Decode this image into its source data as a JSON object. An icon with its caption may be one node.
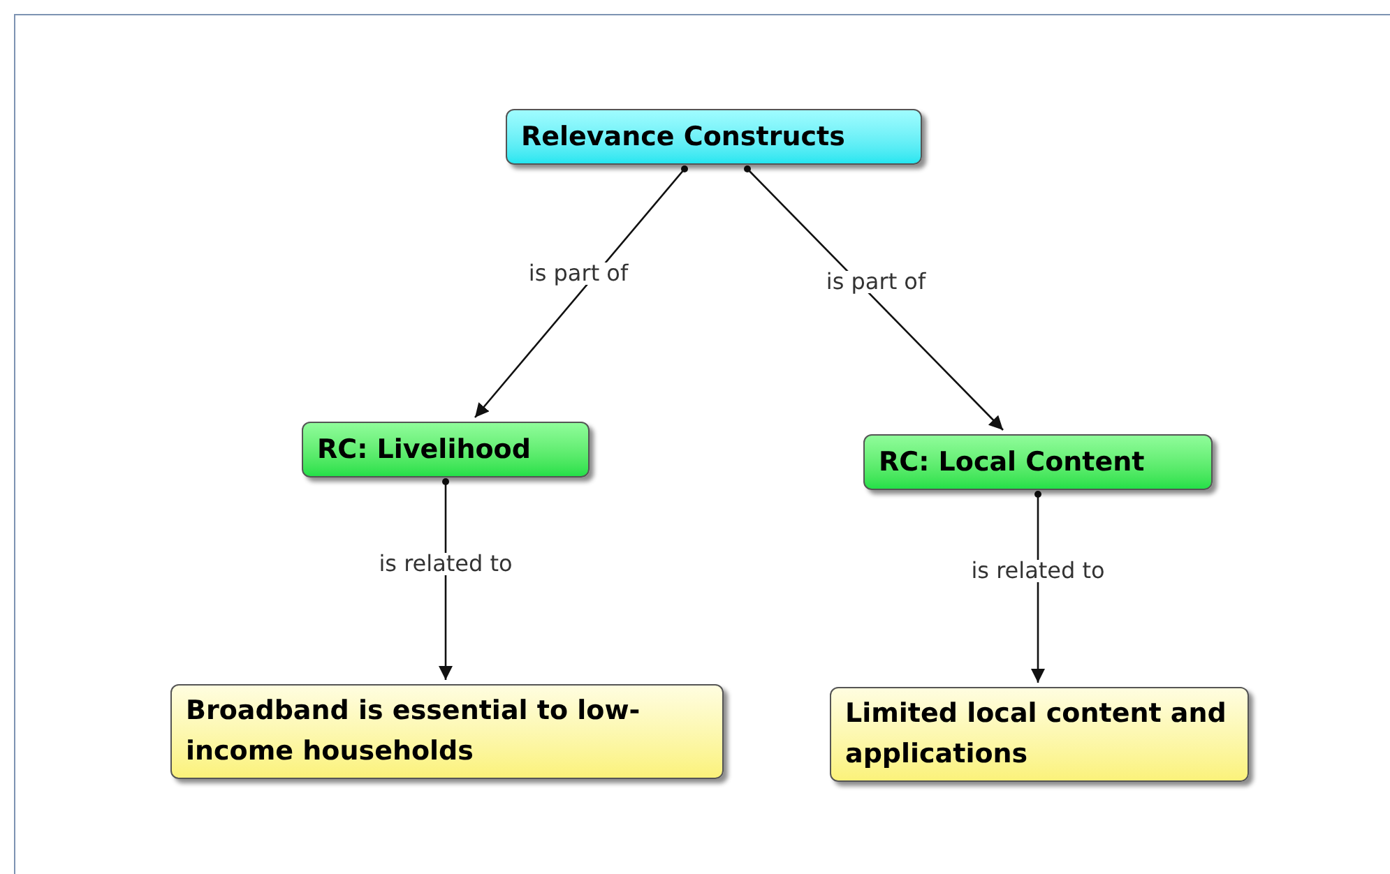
{
  "diagram": {
    "nodes": [
      {
        "text": [
          "Relevance Constructs"
        ]
      },
      {
        "text": [
          "RC: Livelihood"
        ]
      },
      {
        "text": [
          "RC: Local Content"
        ]
      },
      {
        "text": [
          "Broadband is essential to low-income households"
        ]
      },
      {
        "text": [
          "Limited local content and applications"
        ]
      }
    ],
    "edges": [
      {
        "from": 0,
        "to": 1,
        "arrow": "to",
        "label": "is part of"
      },
      {
        "from": 0,
        "to": 2,
        "arrow": "to",
        "label": "is part of"
      },
      {
        "from": 1,
        "to": 3,
        "arrow": "to",
        "label": "is related to"
      },
      {
        "from": 2,
        "to": 4,
        "arrow": "to",
        "label": "is related to"
      }
    ]
  }
}
